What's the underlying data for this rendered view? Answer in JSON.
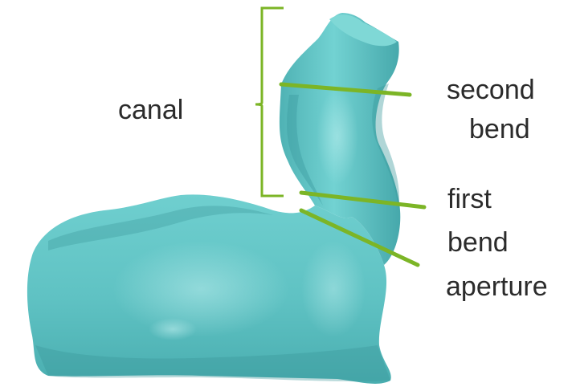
{
  "labels": {
    "canal": "canal",
    "second_bend": [
      "second",
      "bend"
    ],
    "first_bend": [
      "first",
      "bend"
    ],
    "aperture": "aperture"
  },
  "colors": {
    "model_fill": "#62c4c4",
    "model_shadow": "#3f9ea1",
    "model_highlight": "#a9e6e6",
    "pointer_lines": "#7cb526",
    "bracket": "#7cb526",
    "text": "#2b2b2b"
  }
}
